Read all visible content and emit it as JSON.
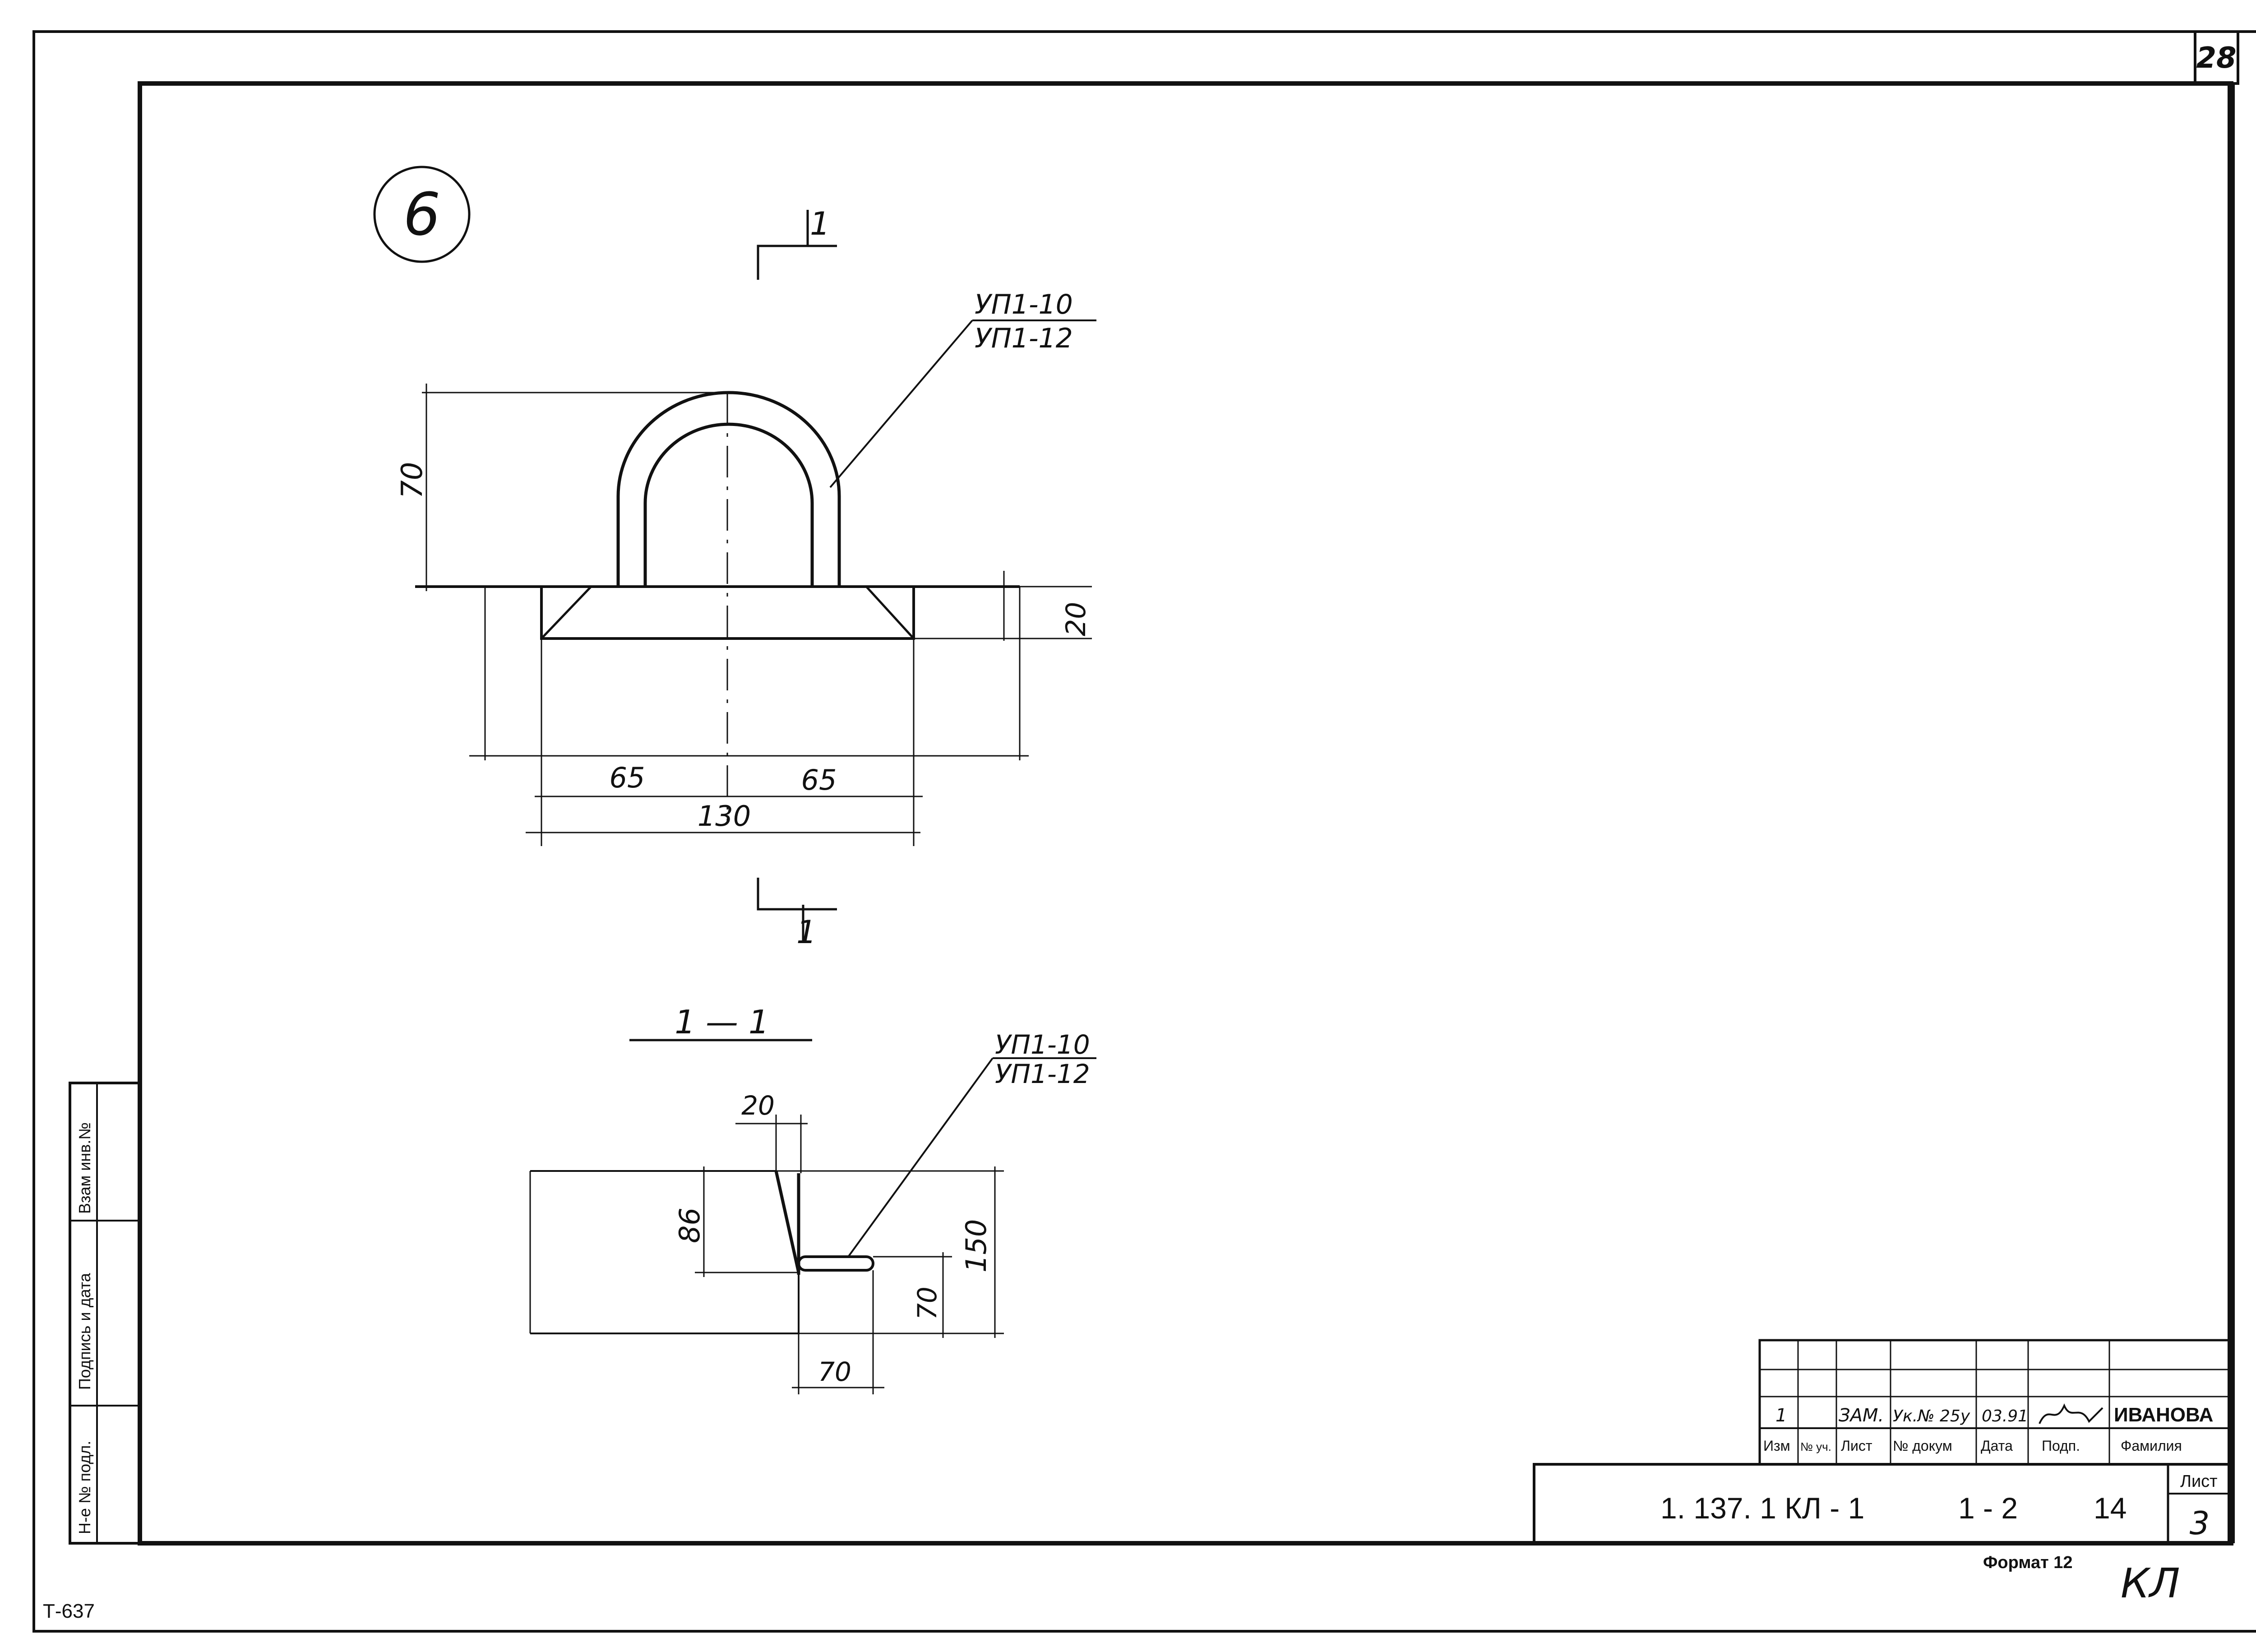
{
  "sheet_corner_number": "28",
  "detail_marker": "6",
  "section_mark_label": "1",
  "section_title": "1 — 1",
  "callout_top": {
    "line1": "УП1-10",
    "line2": "УП1-12"
  },
  "callout_bottom": {
    "line1": "УП1-10",
    "line2": "УП1-12"
  },
  "dims_plan": {
    "height": "70",
    "base_height": "20",
    "half_left": "65",
    "half_right": "65",
    "total": "130"
  },
  "dims_section": {
    "top": "20",
    "left": "86",
    "right_total": "150",
    "right_low": "70",
    "bottom": "70"
  },
  "side_stamp": {
    "col1": "Взам инв.№",
    "col2": "Подпись и дата",
    "col3": "Н-е № подл."
  },
  "title_block": {
    "revision_row": {
      "izm": "1",
      "uch": "",
      "list": "ЗАМ.",
      "doc": "Ук.№ 25у",
      "date": "03.91",
      "sign": "",
      "name": "ИВАНОВА"
    },
    "header": {
      "izm": "Изм",
      "uch": "№ уч.",
      "list": "Лист",
      "doc": "№ докум",
      "date": "Дата",
      "sign": "Подп.",
      "name": "Фамилия"
    },
    "designation": "1. 137. 1 КЛ - 1",
    "part": "1 - 2",
    "number": "14",
    "sheet_label": "Лист",
    "sheet_value": "3"
  },
  "format_label": "Формат 12",
  "corner_mark": "КЛ",
  "footer_code": "Т-637"
}
